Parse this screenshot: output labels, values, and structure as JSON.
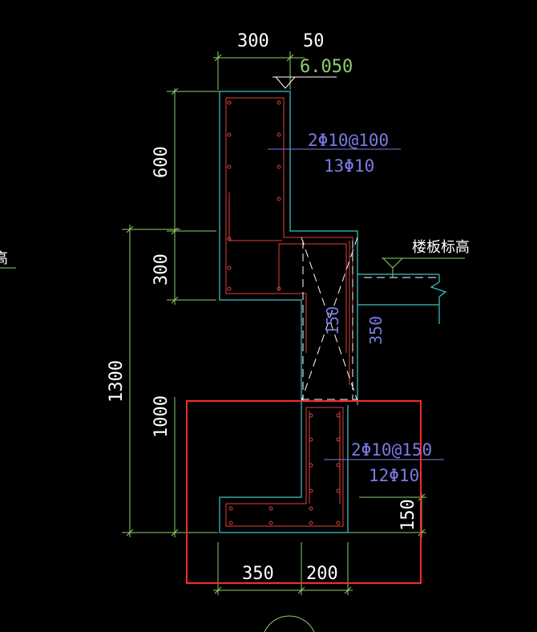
{
  "colors": {
    "background": "#000000",
    "dimension": "#8fd16a",
    "outline": "#3ec7c7",
    "rebar": "#e0403a",
    "annotation": "#7a7ae6",
    "white": "#ffffff",
    "highlight": "#ff2a2a"
  },
  "dims": {
    "top_300": "300",
    "top_50": "50",
    "elev_top": "6.050",
    "left_600": "600",
    "left_300": "300",
    "left_1300": "1300",
    "left_1000": "1000",
    "bottom_350": "350",
    "bottom_200": "200",
    "right_150": "150",
    "inner_150": "150",
    "slab_350": "350"
  },
  "labels": {
    "slab_elevation": "楼板标高",
    "left_edge_fragment": "高"
  },
  "rebar": {
    "upper_stirrup": "2Φ10@100",
    "upper_long": "13Φ10",
    "lower_stirrup": "2Φ10@150",
    "lower_long": "12Φ10"
  }
}
